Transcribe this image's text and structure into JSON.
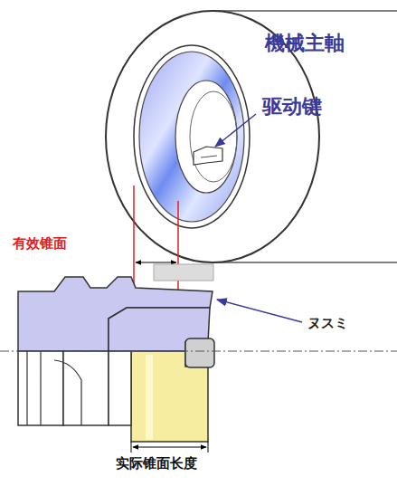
{
  "diagram": {
    "labels": [
      "機械主軸",
      "驱动键",
      "有效锥面",
      "ヌスミ",
      "实际锥面长度"
    ]
  }
}
